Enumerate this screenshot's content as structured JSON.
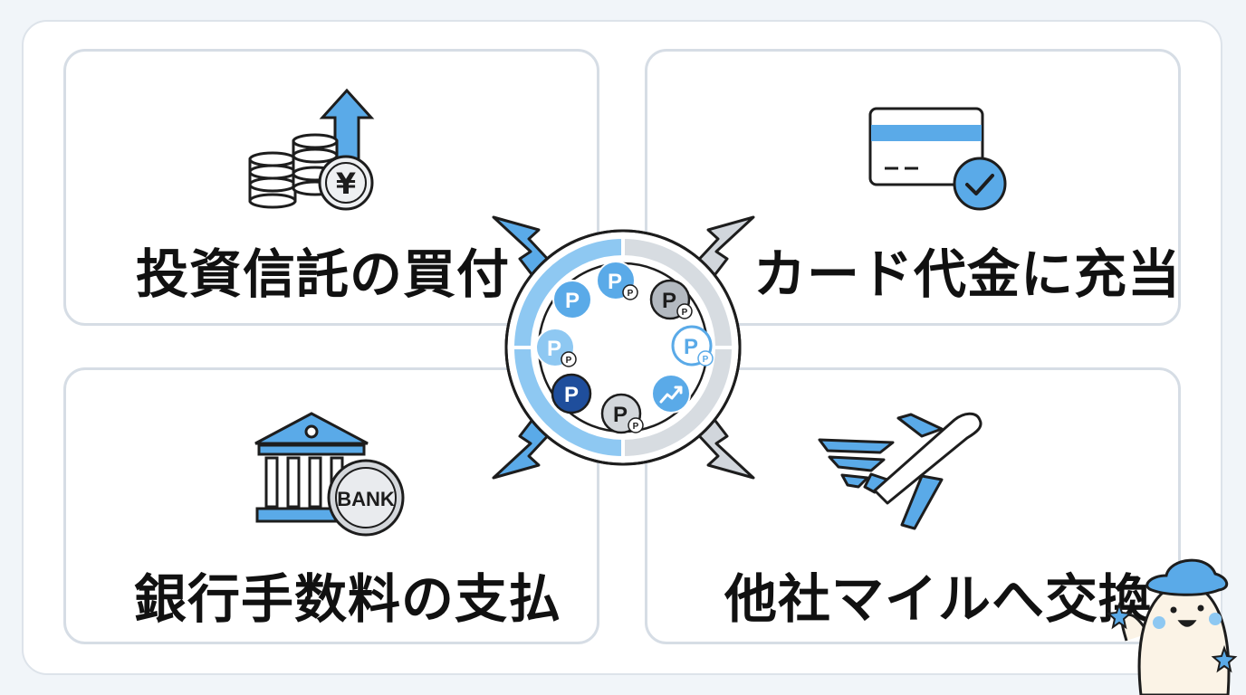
{
  "panels": {
    "top_left": "投資信託の買付",
    "top_right": "カード代金に充当",
    "bottom_left": "銀行手数料の支払",
    "bottom_right": "他社マイルへ交換"
  },
  "bank_icon_text": "BANK",
  "coin_letter": "P",
  "coin_small_letter": "P",
  "yen_symbol": "¥",
  "colors": {
    "accent_blue": "#5aaae8",
    "light_blue": "#8ec8f2",
    "dark_blue": "#1f4e9c",
    "gray": "#9aa3ad",
    "outline": "#1d1d1d"
  }
}
